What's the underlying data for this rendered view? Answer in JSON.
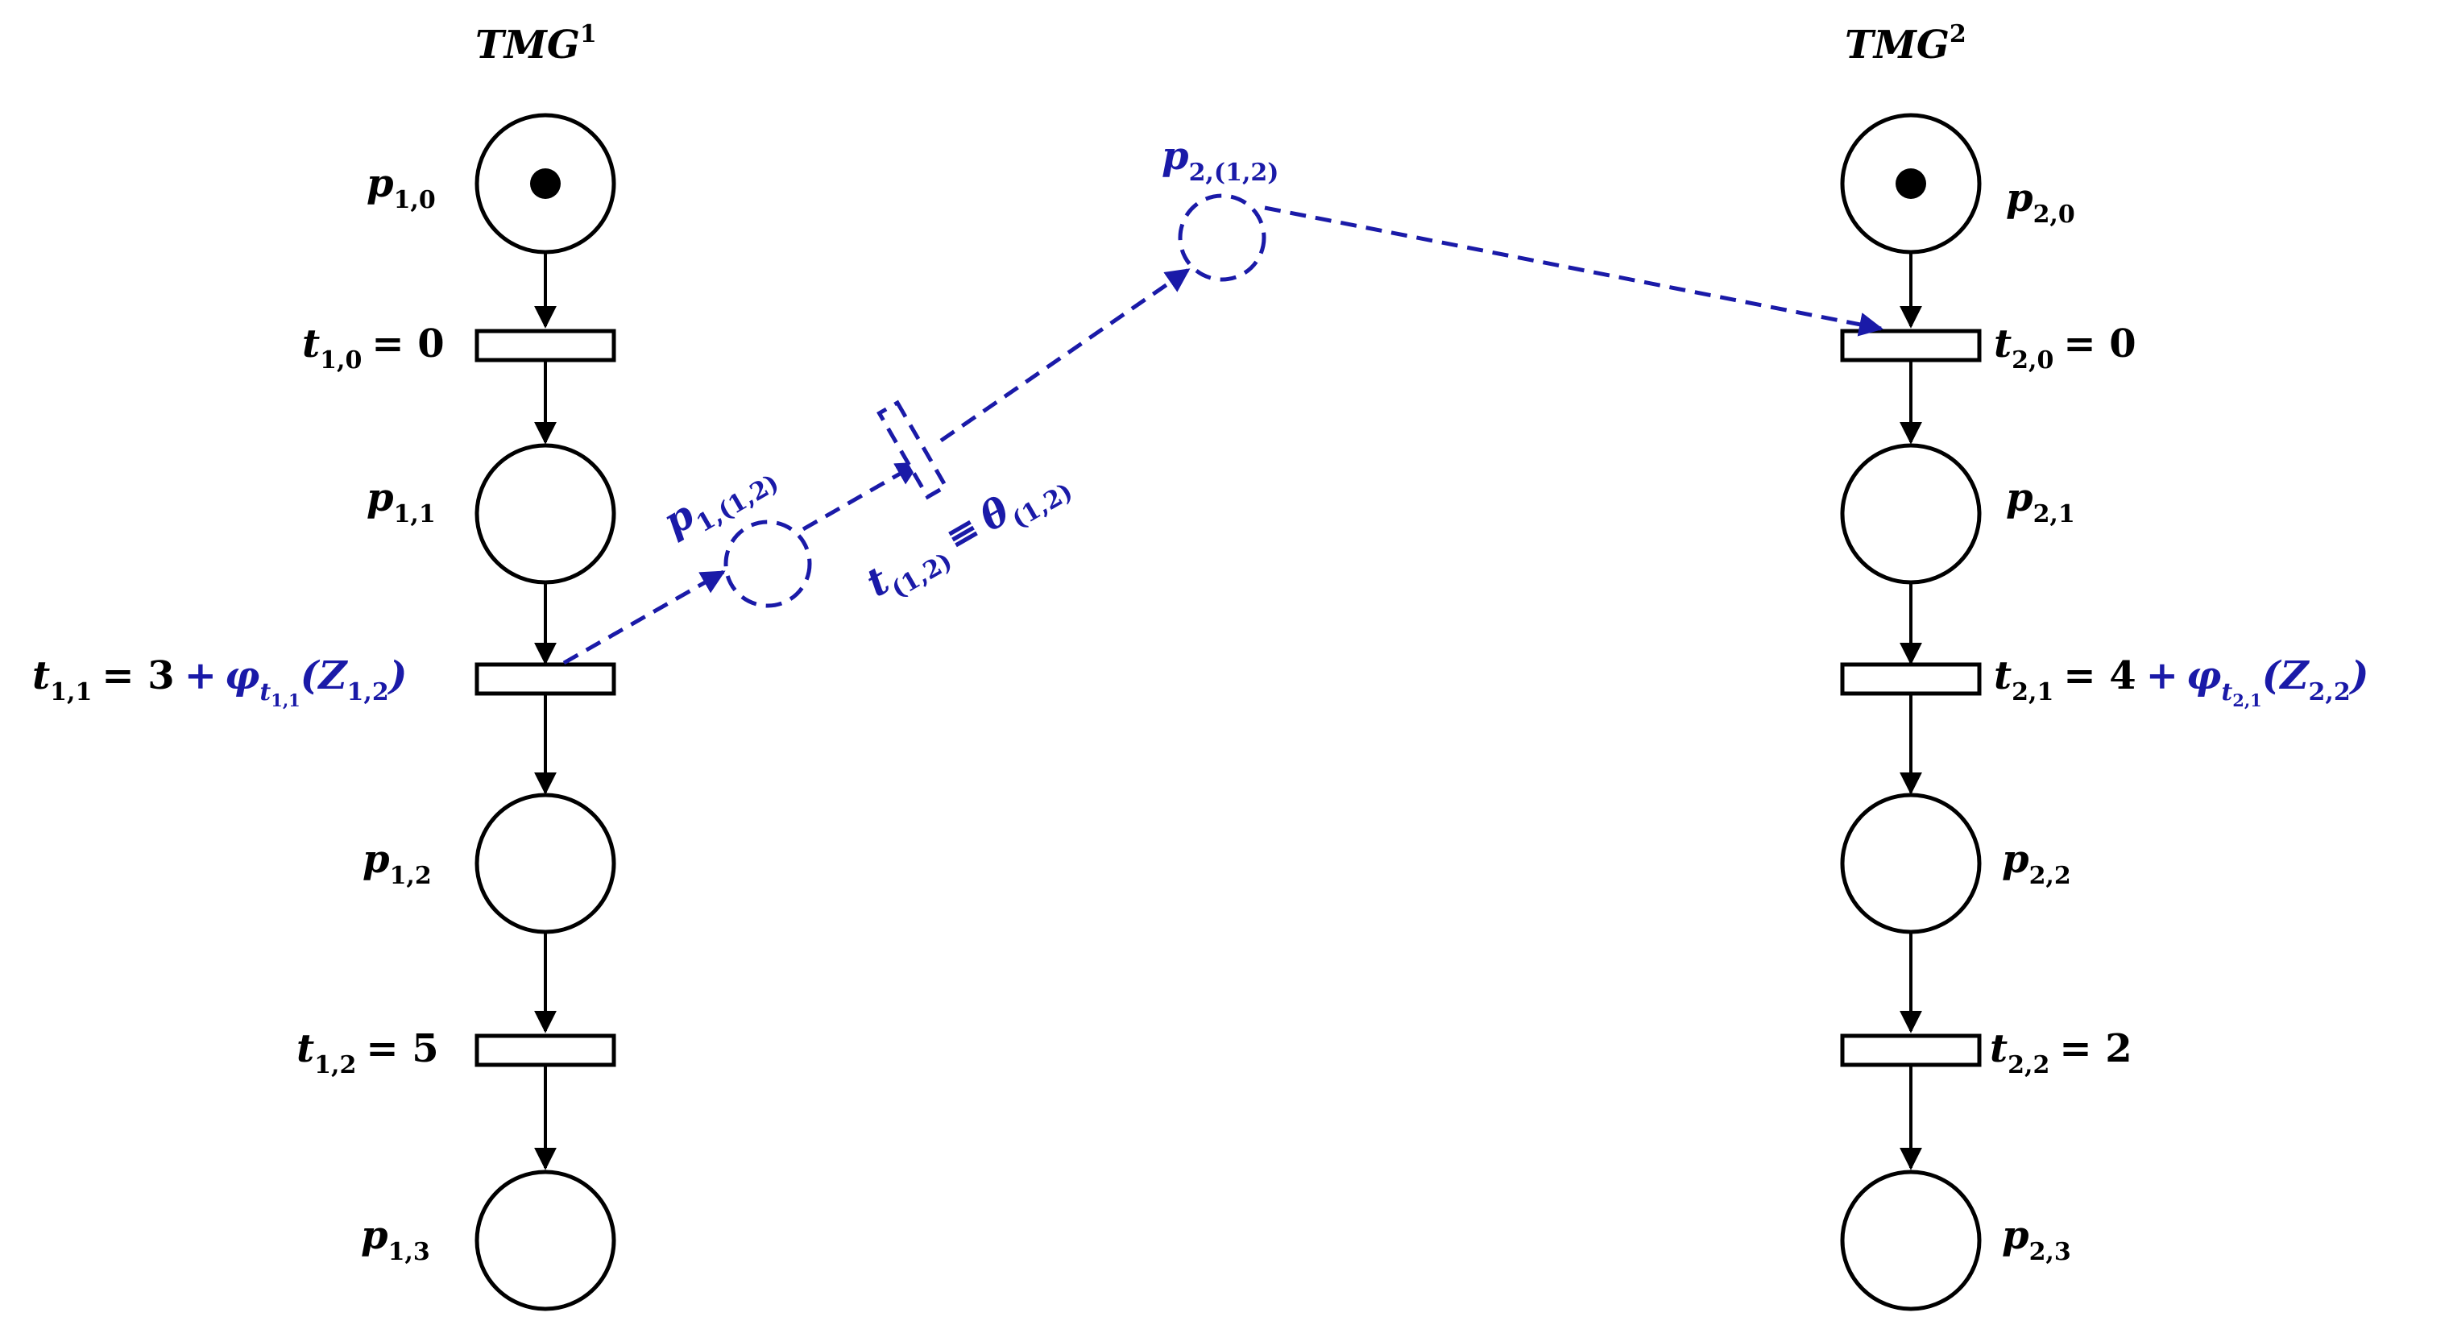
{
  "net1": {
    "title": {
      "base": "TMG",
      "sup": "1"
    },
    "places": [
      {
        "base": "p",
        "sub": "1,0",
        "tokens": 1
      },
      {
        "base": "p",
        "sub": "1,1",
        "tokens": 0
      },
      {
        "base": "p",
        "sub": "1,2",
        "tokens": 0
      },
      {
        "base": "p",
        "sub": "1,3",
        "tokens": 0
      }
    ],
    "transitions": [
      {
        "base": "t",
        "sub": "1,0",
        "rhs": "= 0"
      },
      {
        "base": "t",
        "sub": "1,1",
        "rhs": "= 3",
        "extra": {
          "plus": "+",
          "phi": "φ",
          "phi_sub": "t",
          "phi_subsub": "1,1",
          "arg": "(Z",
          "arg_sub": "1,2",
          "close": ")"
        }
      },
      {
        "base": "t",
        "sub": "1,2",
        "rhs": "= 5"
      }
    ]
  },
  "net2": {
    "title": {
      "base": "TMG",
      "sup": "2"
    },
    "places": [
      {
        "base": "p",
        "sub": "2,0",
        "tokens": 1
      },
      {
        "base": "p",
        "sub": "2,1",
        "tokens": 0
      },
      {
        "base": "p",
        "sub": "2,2",
        "tokens": 0
      },
      {
        "base": "p",
        "sub": "2,3",
        "tokens": 0
      }
    ],
    "transitions": [
      {
        "base": "t",
        "sub": "2,0",
        "rhs": "= 0"
      },
      {
        "base": "t",
        "sub": "2,1",
        "rhs": "= 4",
        "extra": {
          "plus": "+",
          "phi": "φ",
          "phi_sub": "t",
          "phi_subsub": "2,1",
          "arg": "(Z",
          "arg_sub": "2,2",
          "close": ")"
        }
      },
      {
        "base": "t",
        "sub": "2,2",
        "rhs": "= 2"
      }
    ]
  },
  "link": {
    "place_a": {
      "base": "p",
      "sub": "1,(1,2)"
    },
    "transition": {
      "base": "t",
      "sub": "(1,2)"
    },
    "equiv": "≡",
    "theta": {
      "base": "θ",
      "sub": "(1,2)"
    },
    "place_b": {
      "base": "p",
      "sub": "2,(1,2)"
    }
  },
  "colors": {
    "black": "#000000",
    "blue": "#1a1aa8"
  }
}
